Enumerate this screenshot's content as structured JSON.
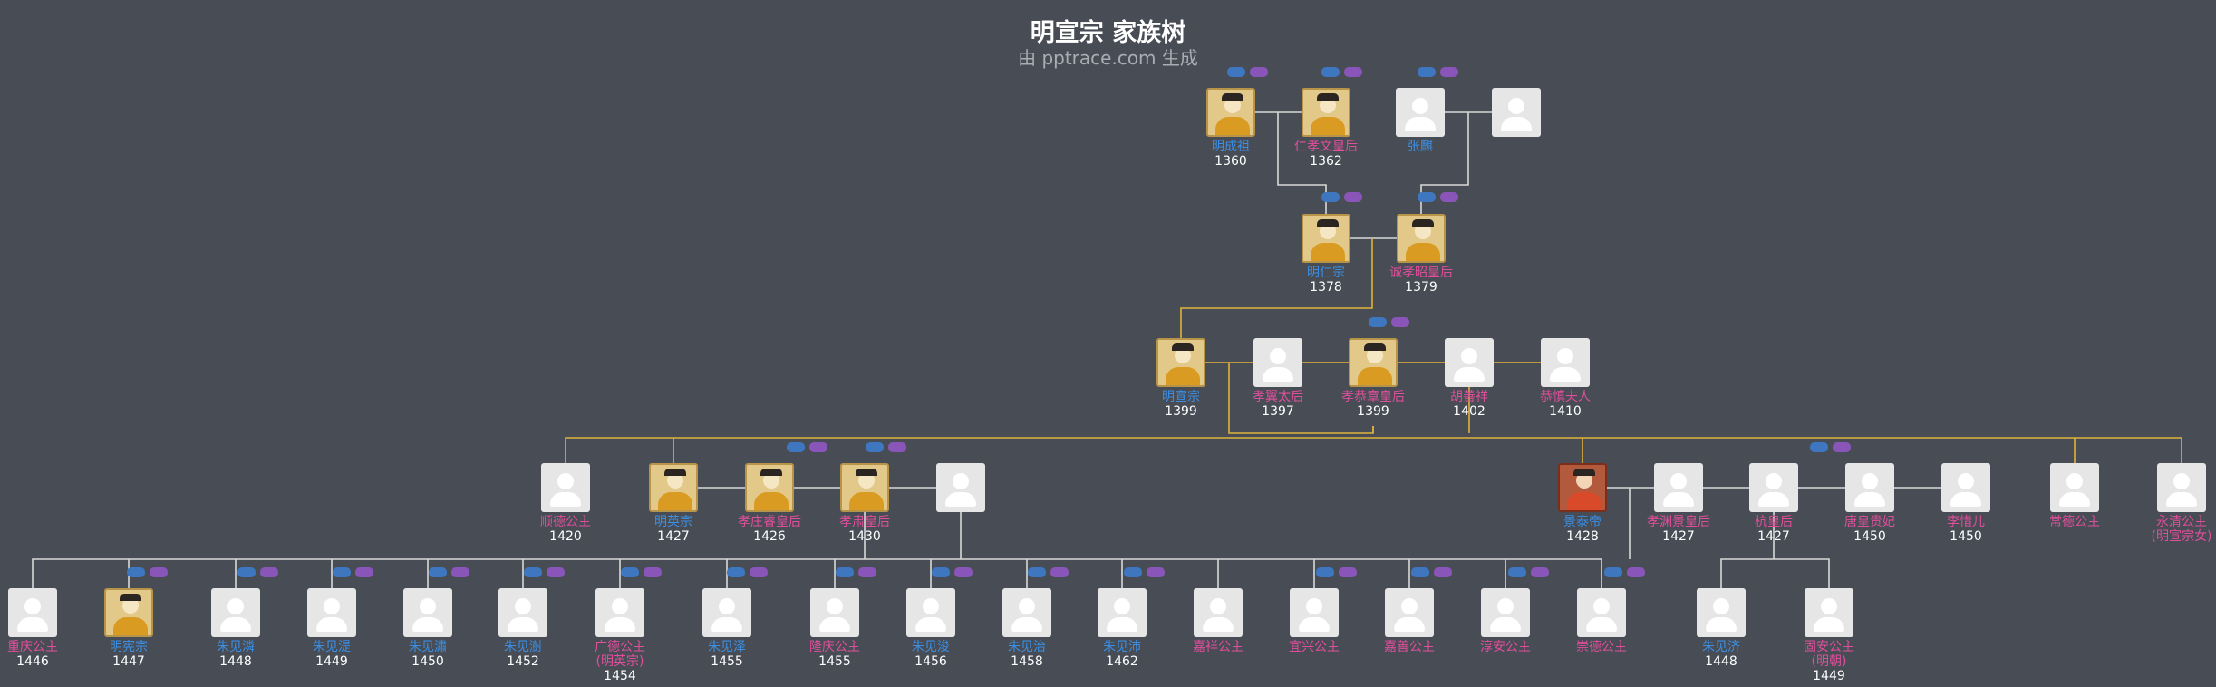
{
  "header": {
    "title": "明宣宗 家族树",
    "subtitle": "由 pptrace.com 生成"
  },
  "colors": {
    "background": "#474c55",
    "male": "#3b8fe4",
    "female": "#e04f9c",
    "lineage": "#e0b33a",
    "connector": "#d8d8d8"
  },
  "people": [
    {
      "id": "p1",
      "name": "明成祖",
      "year": "1360",
      "gender": "m",
      "photo": "portrait"
    },
    {
      "id": "p2",
      "name": "仁孝文皇后",
      "year": "1362",
      "gender": "f",
      "photo": "portrait"
    },
    {
      "id": "p3",
      "name": "张麒",
      "year": "",
      "gender": "m",
      "photo": "placeholder"
    },
    {
      "id": "p4",
      "name": "",
      "year": "",
      "gender": "f",
      "photo": "placeholder"
    },
    {
      "id": "p5",
      "name": "明仁宗",
      "year": "1378",
      "gender": "m",
      "photo": "portrait"
    },
    {
      "id": "p6",
      "name": "诚孝昭皇后",
      "year": "1379",
      "gender": "f",
      "photo": "portrait"
    },
    {
      "id": "p7",
      "name": "明宣宗",
      "year": "1399",
      "gender": "m",
      "photo": "portrait"
    },
    {
      "id": "p8",
      "name": "孝翼太后",
      "year": "1397",
      "gender": "f",
      "photo": "placeholder"
    },
    {
      "id": "p9",
      "name": "孝恭章皇后",
      "year": "1399",
      "gender": "f",
      "photo": "portrait"
    },
    {
      "id": "p10",
      "name": "胡善祥",
      "year": "1402",
      "gender": "f",
      "photo": "placeholder"
    },
    {
      "id": "p11",
      "name": "恭慎夫人",
      "year": "1410",
      "gender": "f",
      "photo": "placeholder"
    },
    {
      "id": "p12",
      "name": "顺德公主",
      "year": "1420",
      "gender": "f",
      "photo": "placeholder"
    },
    {
      "id": "p13",
      "name": "明英宗",
      "year": "1427",
      "gender": "m",
      "photo": "portrait"
    },
    {
      "id": "p14",
      "name": "孝庄睿皇后",
      "year": "1426",
      "gender": "f",
      "photo": "portrait"
    },
    {
      "id": "p15",
      "name": "孝肃皇后",
      "year": "1430",
      "gender": "f",
      "photo": "portrait"
    },
    {
      "id": "p16",
      "name": "",
      "year": "",
      "gender": "f",
      "photo": "placeholder"
    },
    {
      "id": "p17",
      "name": "景泰帝",
      "year": "1428",
      "gender": "m",
      "photo": "portrait-red"
    },
    {
      "id": "p18",
      "name": "孝渊景皇后",
      "year": "1427",
      "gender": "f",
      "photo": "placeholder"
    },
    {
      "id": "p19",
      "name": "杭皇后",
      "year": "1427",
      "gender": "f",
      "photo": "placeholder"
    },
    {
      "id": "p20",
      "name": "唐皇贵妃",
      "year": "1450",
      "gender": "f",
      "photo": "placeholder"
    },
    {
      "id": "p21",
      "name": "李惜儿",
      "year": "1450",
      "gender": "f",
      "photo": "placeholder"
    },
    {
      "id": "p22",
      "name": "常德公主",
      "year": "",
      "gender": "f",
      "photo": "placeholder"
    },
    {
      "id": "p23",
      "name": "永清公主",
      "year": "(明宣宗女)",
      "gender": "f",
      "photo": "placeholder"
    },
    {
      "id": "p24",
      "name": "重庆公主",
      "year": "1446",
      "gender": "f",
      "photo": "placeholder"
    },
    {
      "id": "p25",
      "name": "明宪宗",
      "year": "1447",
      "gender": "m",
      "photo": "portrait"
    },
    {
      "id": "p26",
      "name": "朱见潾",
      "year": "1448",
      "gender": "m",
      "photo": "placeholder"
    },
    {
      "id": "p27",
      "name": "朱见湜",
      "year": "1449",
      "gender": "m",
      "photo": "placeholder"
    },
    {
      "id": "p28",
      "name": "朱见潚",
      "year": "1450",
      "gender": "m",
      "photo": "placeholder"
    },
    {
      "id": "p29",
      "name": "朱见澍",
      "year": "1452",
      "gender": "m",
      "photo": "placeholder"
    },
    {
      "id": "p30",
      "name": "广德公主",
      "sub": "(明英宗)",
      "year": "1454",
      "gender": "f",
      "photo": "placeholder"
    },
    {
      "id": "p31",
      "name": "朱见泽",
      "year": "1455",
      "gender": "m",
      "photo": "placeholder"
    },
    {
      "id": "p32",
      "name": "隆庆公主",
      "year": "1455",
      "gender": "f",
      "photo": "placeholder"
    },
    {
      "id": "p33",
      "name": "朱见浚",
      "year": "1456",
      "gender": "m",
      "photo": "placeholder"
    },
    {
      "id": "p34",
      "name": "朱见治",
      "year": "1458",
      "gender": "m",
      "photo": "placeholder"
    },
    {
      "id": "p35",
      "name": "朱见沛",
      "year": "1462",
      "gender": "m",
      "photo": "placeholder"
    },
    {
      "id": "p36",
      "name": "嘉祥公主",
      "year": "",
      "gender": "f",
      "photo": "placeholder"
    },
    {
      "id": "p37",
      "name": "宜兴公主",
      "year": "",
      "gender": "f",
      "photo": "placeholder"
    },
    {
      "id": "p38",
      "name": "嘉善公主",
      "year": "",
      "gender": "f",
      "photo": "placeholder"
    },
    {
      "id": "p39",
      "name": "淳安公主",
      "year": "",
      "gender": "f",
      "photo": "placeholder"
    },
    {
      "id": "p40",
      "name": "崇德公主",
      "year": "",
      "gender": "f",
      "photo": "placeholder"
    },
    {
      "id": "p41",
      "name": "朱见济",
      "year": "1448",
      "gender": "m",
      "photo": "placeholder"
    },
    {
      "id": "p42",
      "name": "固安公主",
      "sub": "(明朝)",
      "year": "1449",
      "gender": "f",
      "photo": "placeholder"
    }
  ],
  "family_links": [
    {
      "couple": [
        "明成祖",
        "仁孝文皇后"
      ],
      "child": "明仁宗"
    },
    {
      "couple": [
        "张麒",
        ""
      ],
      "child": "诚孝昭皇后"
    },
    {
      "couple": [
        "明仁宗",
        "诚孝昭皇后"
      ],
      "child": "明宣宗"
    },
    {
      "couple": [
        "明宣宗",
        "孝恭章皇后"
      ],
      "children": [
        "明英宗",
        "景泰帝",
        "常德公主"
      ]
    },
    {
      "couple": [
        "明宣宗",
        "胡善祥"
      ],
      "children": [
        "顺德公主",
        "永清公主"
      ]
    },
    {
      "couple": [
        "明英宗",
        "孝庄睿皇后",
        "孝肃皇后",
        ""
      ],
      "children": [
        "重庆公主",
        "明宪宗",
        "朱见潾",
        "朱见湜",
        "朱见潚",
        "朱见澍",
        "广德公主",
        "朱见泽",
        "隆庆公主",
        "朱见浚",
        "朱见治",
        "朱见沛",
        "嘉祥公主",
        "宜兴公主",
        "嘉善公主",
        "淳安公主",
        "崇德公主"
      ]
    },
    {
      "couple": [
        "景泰帝",
        "杭皇后"
      ],
      "children": [
        "朱见济",
        "固安公主"
      ]
    }
  ]
}
